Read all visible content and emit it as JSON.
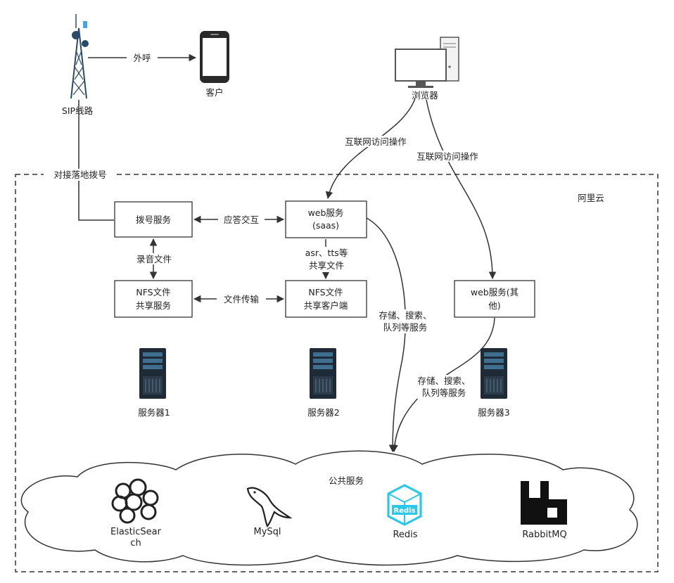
{
  "external": {
    "sip_label": "SIP线路",
    "customer_label": "客户",
    "browser_label": "浏览器",
    "outbound_call_label": "外呼",
    "landline_dial_label": "对接落地拨号",
    "web_access_label_1": "互联网访问操作",
    "web_access_label_2": "互联网访问操作"
  },
  "cloud_region": {
    "label": "阿里云"
  },
  "nodes": {
    "dial_service": "拨号服务",
    "web_saas": [
      "web服务",
      "(saas)"
    ],
    "nfs_server": [
      "NFS文件",
      "共享服务"
    ],
    "nfs_client": [
      "NFS文件",
      "共享客户端"
    ],
    "web_other": [
      "web服务(其",
      "他)"
    ]
  },
  "edges": {
    "answer_interaction": "应答交互",
    "recording_files": "录音文件",
    "shared_files": [
      "asr、tts等",
      "共享文件"
    ],
    "file_transfer": "文件传输",
    "storage_1": [
      "存储、搜索、",
      "队列等服务"
    ],
    "storage_2": [
      "存储、搜索、",
      "队列等服务"
    ]
  },
  "servers": [
    "服务器1",
    "服务器2",
    "服务器3"
  ],
  "public_services": {
    "label": "公共服务",
    "items": [
      {
        "name": "ElasticSearch",
        "lines": [
          "ElasticSear",
          "ch"
        ],
        "icon": "elasticsearch-icon"
      },
      {
        "name": "MySql",
        "lines": [
          "MySql"
        ],
        "icon": "mysql-dolphin-icon"
      },
      {
        "name": "Redis",
        "lines": [
          "Redis"
        ],
        "icon": "redis-icon",
        "color": "#29c7e8"
      },
      {
        "name": "RabbitMQ",
        "lines": [
          "RabbitMQ"
        ],
        "icon": "rabbitmq-icon"
      }
    ]
  },
  "colors": {
    "line": "#333333",
    "server": "#1e2a36",
    "server_accent": "#3f6f8f",
    "redis": "#29c7e8"
  }
}
